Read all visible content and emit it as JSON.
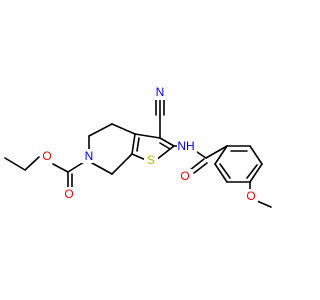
{
  "colors": {
    "background": "#ffffff",
    "bond": "#000000",
    "carbon": "#000000",
    "nitrogen": "#0000ff",
    "oxygen": "#ff0000",
    "sulfur": "#b8b800"
  },
  "atoms": {
    "nitrile_n": {
      "text": "N",
      "element": "nitrogen"
    },
    "amide_nh": {
      "text": "NH",
      "element": "nitrogen"
    },
    "thiophene_s": {
      "text": "S",
      "element": "sulfur"
    },
    "ring_n": {
      "text": "N",
      "element": "nitrogen"
    },
    "carbonyl_o_amide": {
      "text": "O",
      "element": "oxygen"
    },
    "methoxy_o": {
      "text": "O",
      "element": "oxygen"
    },
    "ester_carbonyl_o": {
      "text": "O",
      "element": "oxygen"
    },
    "ester_o": {
      "text": "O",
      "element": "oxygen"
    }
  }
}
